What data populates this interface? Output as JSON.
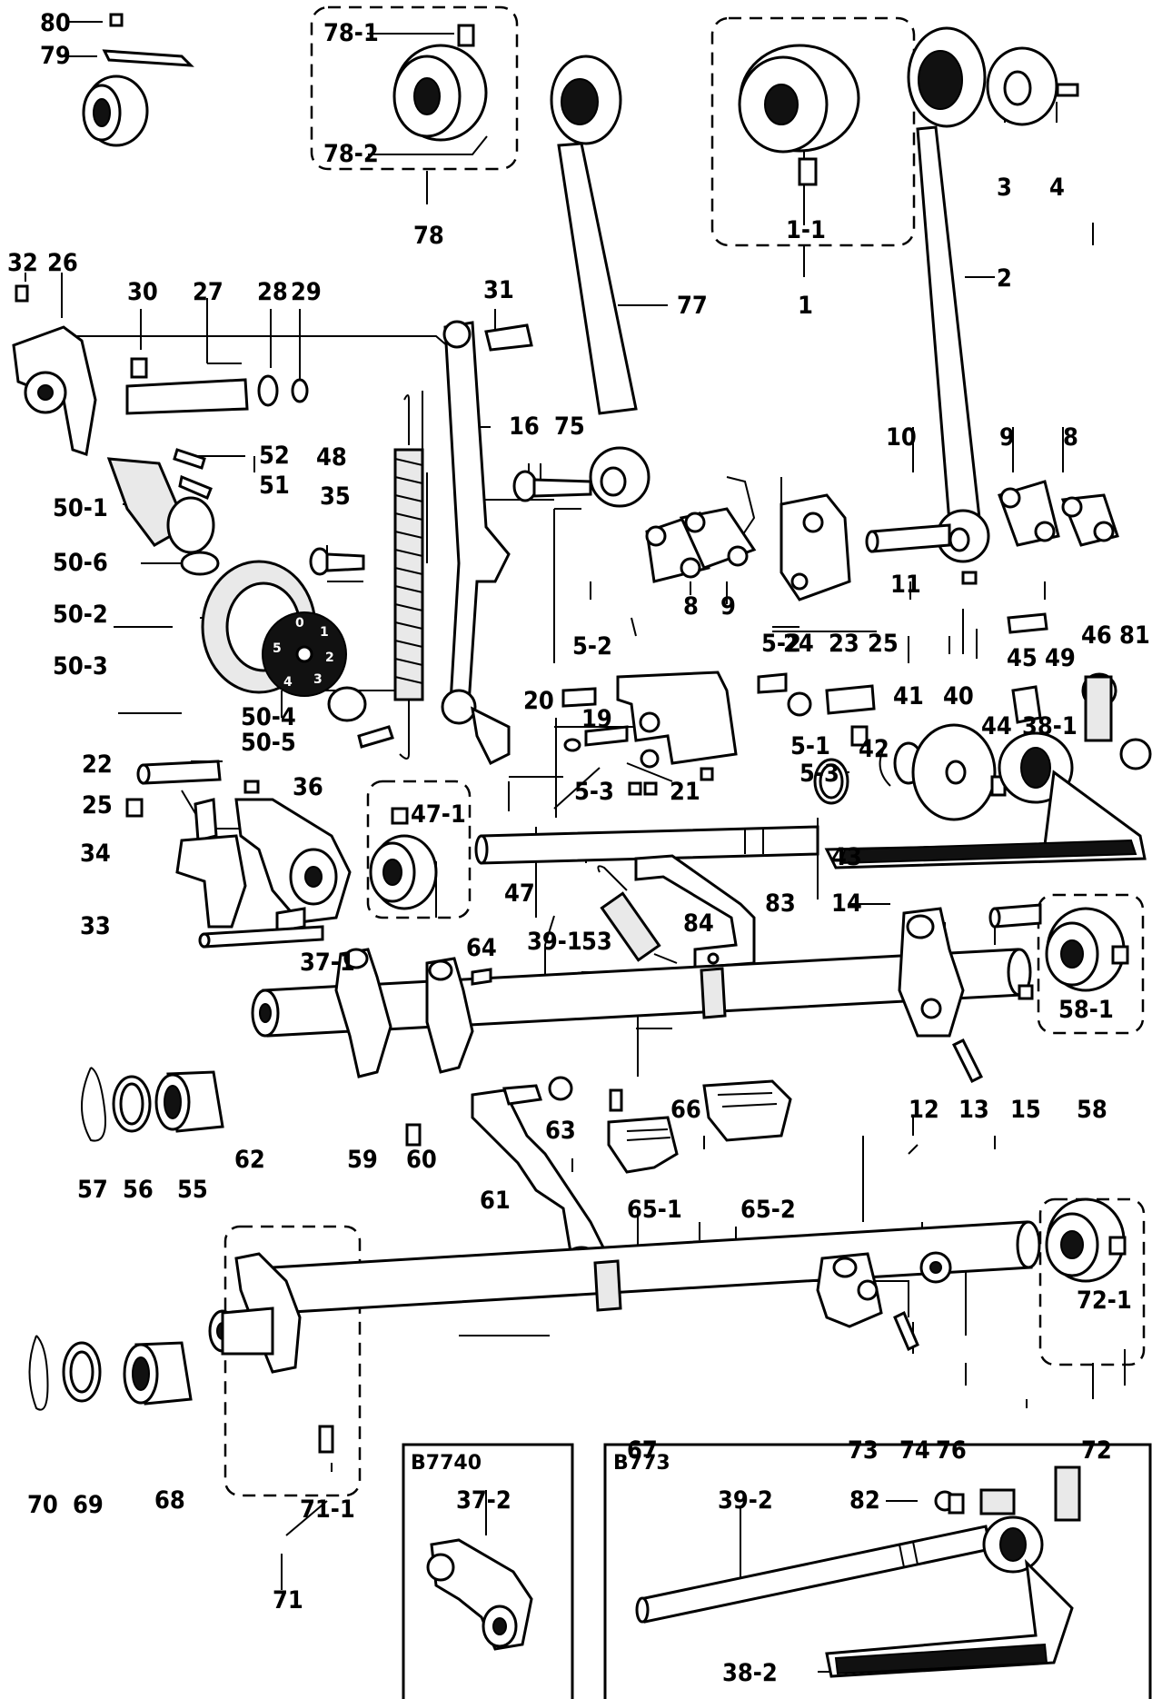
{
  "inset_titles": [
    "B7740",
    "B773"
  ],
  "dial_marks": [
    "0",
    "1",
    "2",
    "3",
    "4",
    "5"
  ],
  "labels": [
    {
      "id": "80",
      "text": "80"
    },
    {
      "id": "79",
      "text": "79"
    },
    {
      "id": "78-1",
      "text": "78-1"
    },
    {
      "id": "78-2",
      "text": "78-2"
    },
    {
      "id": "78",
      "text": "78"
    },
    {
      "id": "77",
      "text": "77"
    },
    {
      "id": "1-1",
      "text": "1-1"
    },
    {
      "id": "1",
      "text": "1"
    },
    {
      "id": "3",
      "text": "3"
    },
    {
      "id": "4",
      "text": "4"
    },
    {
      "id": "2",
      "text": "2"
    },
    {
      "id": "32",
      "text": "32"
    },
    {
      "id": "26",
      "text": "26"
    },
    {
      "id": "30",
      "text": "30"
    },
    {
      "id": "27",
      "text": "27"
    },
    {
      "id": "28",
      "text": "28"
    },
    {
      "id": "29",
      "text": "29"
    },
    {
      "id": "31",
      "text": "31"
    },
    {
      "id": "16",
      "text": "16"
    },
    {
      "id": "75",
      "text": "75"
    },
    {
      "id": "10",
      "text": "10"
    },
    {
      "id": "9a",
      "text": "9"
    },
    {
      "id": "8a",
      "text": "8"
    },
    {
      "id": "48",
      "text": "48"
    },
    {
      "id": "52",
      "text": "52"
    },
    {
      "id": "51",
      "text": "51"
    },
    {
      "id": "50-1",
      "text": "50-1"
    },
    {
      "id": "50-6",
      "text": "50-6"
    },
    {
      "id": "35",
      "text": "35"
    },
    {
      "id": "50-2",
      "text": "50-2"
    },
    {
      "id": "50-3",
      "text": "50-3"
    },
    {
      "id": "8b",
      "text": "8"
    },
    {
      "id": "9b",
      "text": "9"
    },
    {
      "id": "11",
      "text": "11"
    },
    {
      "id": "5-2a",
      "text": "5-2"
    },
    {
      "id": "5-2b",
      "text": "5-2"
    },
    {
      "id": "24",
      "text": "24"
    },
    {
      "id": "23",
      "text": "23"
    },
    {
      "id": "25a",
      "text": "25"
    },
    {
      "id": "45",
      "text": "45"
    },
    {
      "id": "49",
      "text": "49"
    },
    {
      "id": "46",
      "text": "46"
    },
    {
      "id": "81",
      "text": "81"
    },
    {
      "id": "20",
      "text": "20"
    },
    {
      "id": "19",
      "text": "19"
    },
    {
      "id": "50-4",
      "text": "50-4"
    },
    {
      "id": "50-5",
      "text": "50-5"
    },
    {
      "id": "5-1",
      "text": "5-1"
    },
    {
      "id": "41",
      "text": "41"
    },
    {
      "id": "40",
      "text": "40"
    },
    {
      "id": "42",
      "text": "42"
    },
    {
      "id": "44",
      "text": "44"
    },
    {
      "id": "38-1",
      "text": "38-1"
    },
    {
      "id": "22",
      "text": "22"
    },
    {
      "id": "36",
      "text": "36"
    },
    {
      "id": "5-3a",
      "text": "5-3"
    },
    {
      "id": "5-3b",
      "text": "5-3"
    },
    {
      "id": "21",
      "text": "21"
    },
    {
      "id": "25b",
      "text": "25"
    },
    {
      "id": "47-1",
      "text": "47-1"
    },
    {
      "id": "43",
      "text": "43"
    },
    {
      "id": "34",
      "text": "34"
    },
    {
      "id": "47",
      "text": "47"
    },
    {
      "id": "83",
      "text": "83"
    },
    {
      "id": "14",
      "text": "14"
    },
    {
      "id": "33",
      "text": "33"
    },
    {
      "id": "39-1",
      "text": "39-1"
    },
    {
      "id": "53",
      "text": "53"
    },
    {
      "id": "84",
      "text": "84"
    },
    {
      "id": "37-1",
      "text": "37-1"
    },
    {
      "id": "64",
      "text": "64"
    },
    {
      "id": "58-1",
      "text": "58-1"
    },
    {
      "id": "66",
      "text": "66"
    },
    {
      "id": "63",
      "text": "63"
    },
    {
      "id": "12",
      "text": "12"
    },
    {
      "id": "13",
      "text": "13"
    },
    {
      "id": "15",
      "text": "15"
    },
    {
      "id": "58",
      "text": "58"
    },
    {
      "id": "57",
      "text": "57"
    },
    {
      "id": "56",
      "text": "56"
    },
    {
      "id": "55",
      "text": "55"
    },
    {
      "id": "62",
      "text": "62"
    },
    {
      "id": "59",
      "text": "59"
    },
    {
      "id": "60",
      "text": "60"
    },
    {
      "id": "61",
      "text": "61"
    },
    {
      "id": "65-1",
      "text": "65-1"
    },
    {
      "id": "65-2",
      "text": "65-2"
    },
    {
      "id": "72-1",
      "text": "72-1"
    },
    {
      "id": "70",
      "text": "70"
    },
    {
      "id": "69",
      "text": "69"
    },
    {
      "id": "68",
      "text": "68"
    },
    {
      "id": "67",
      "text": "67"
    },
    {
      "id": "73",
      "text": "73"
    },
    {
      "id": "74",
      "text": "74"
    },
    {
      "id": "76",
      "text": "76"
    },
    {
      "id": "72",
      "text": "72"
    },
    {
      "id": "71-1",
      "text": "71-1"
    },
    {
      "id": "71",
      "text": "71"
    },
    {
      "id": "37-2",
      "text": "37-2"
    },
    {
      "id": "39-2",
      "text": "39-2"
    },
    {
      "id": "82",
      "text": "82"
    },
    {
      "id": "38-2",
      "text": "38-2"
    }
  ]
}
